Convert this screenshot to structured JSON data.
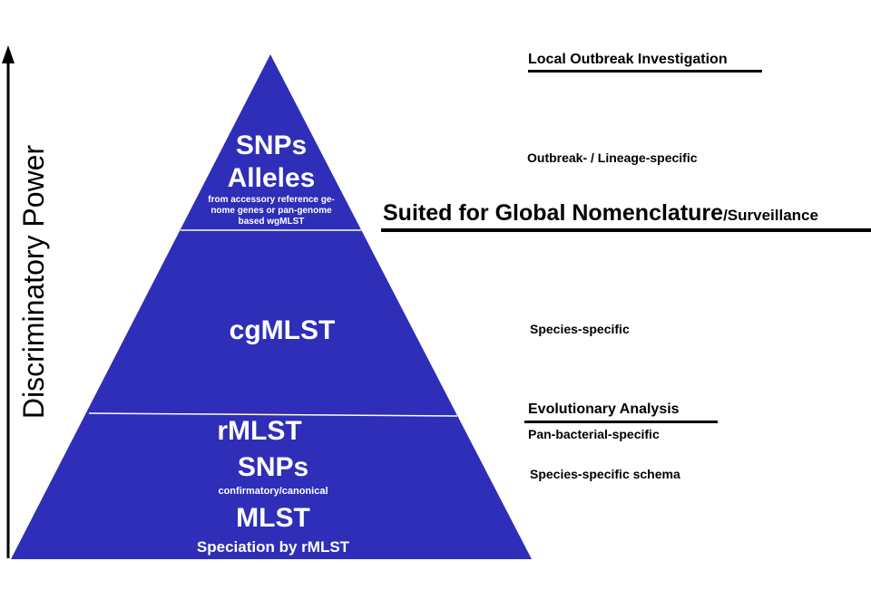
{
  "axis": {
    "label": "Discriminatory Power"
  },
  "pyramid": {
    "top": {
      "line1": "SNPs",
      "line2": "Alleles",
      "note_lines": [
        "from accessory reference ge-",
        "nome genes or pan-genome",
        "based wgMLST"
      ]
    },
    "middle": {
      "label": "cgMLST"
    },
    "bottom": {
      "line1": "rMLST",
      "line2": "SNPs",
      "note": "confirmatory/canonical",
      "line3": "MLST",
      "line4": "Speciation by rMLST"
    }
  },
  "right": {
    "local_outbreak": "Local Outbreak Investigation",
    "outbreak_lineage": "Outbreak- / Lineage-specific",
    "global_main": "Suited for Global Nomenclature",
    "global_suffix": "/Surveillance",
    "species_specific": "Species-specific",
    "evolutionary": "Evolutionary Analysis",
    "pan_bacterial": "Pan-bacterial-specific",
    "species_schema": "Species-specific schema"
  },
  "colors": {
    "pyramid_fill": "#2e2eb8",
    "divider": "#ffffff",
    "text": "#000000"
  }
}
